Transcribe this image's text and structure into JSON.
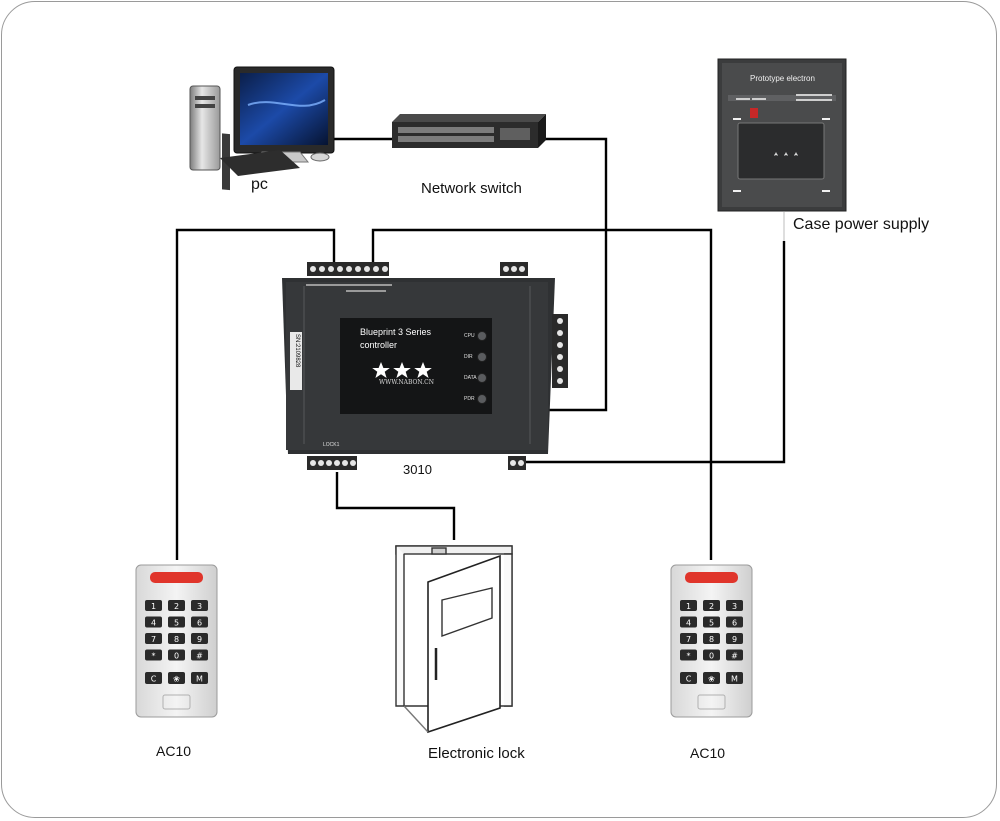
{
  "labels": {
    "pc": "pc",
    "network_switch": "Network switch",
    "case_power_supply": "Case power supply",
    "controller_model": "3010",
    "reader_left": "AC10",
    "reader_right": "AC10",
    "electronic_lock": "Electronic lock"
  },
  "power_box": {
    "title": "Prototype electron"
  },
  "controller": {
    "name_line1": "Blueprint 3 Series",
    "name_line2": "controller",
    "website": "WWW.NABON.CN",
    "serial": "SN:2109828",
    "indicators": [
      "CPU",
      "DIR",
      "DATA",
      "PDR"
    ],
    "lock_label": "LOCK1"
  },
  "keypad": {
    "keys": [
      "1",
      "2",
      "3",
      "4",
      "5",
      "6",
      "7",
      "8",
      "9",
      "*",
      "0",
      "#"
    ],
    "bottom_keys": [
      "C",
      "❀",
      "M"
    ]
  },
  "colors": {
    "wire": "#000000",
    "controller_body": "#2f3133",
    "reader_led": "#e0352b",
    "frame": "#9a9a9a"
  }
}
